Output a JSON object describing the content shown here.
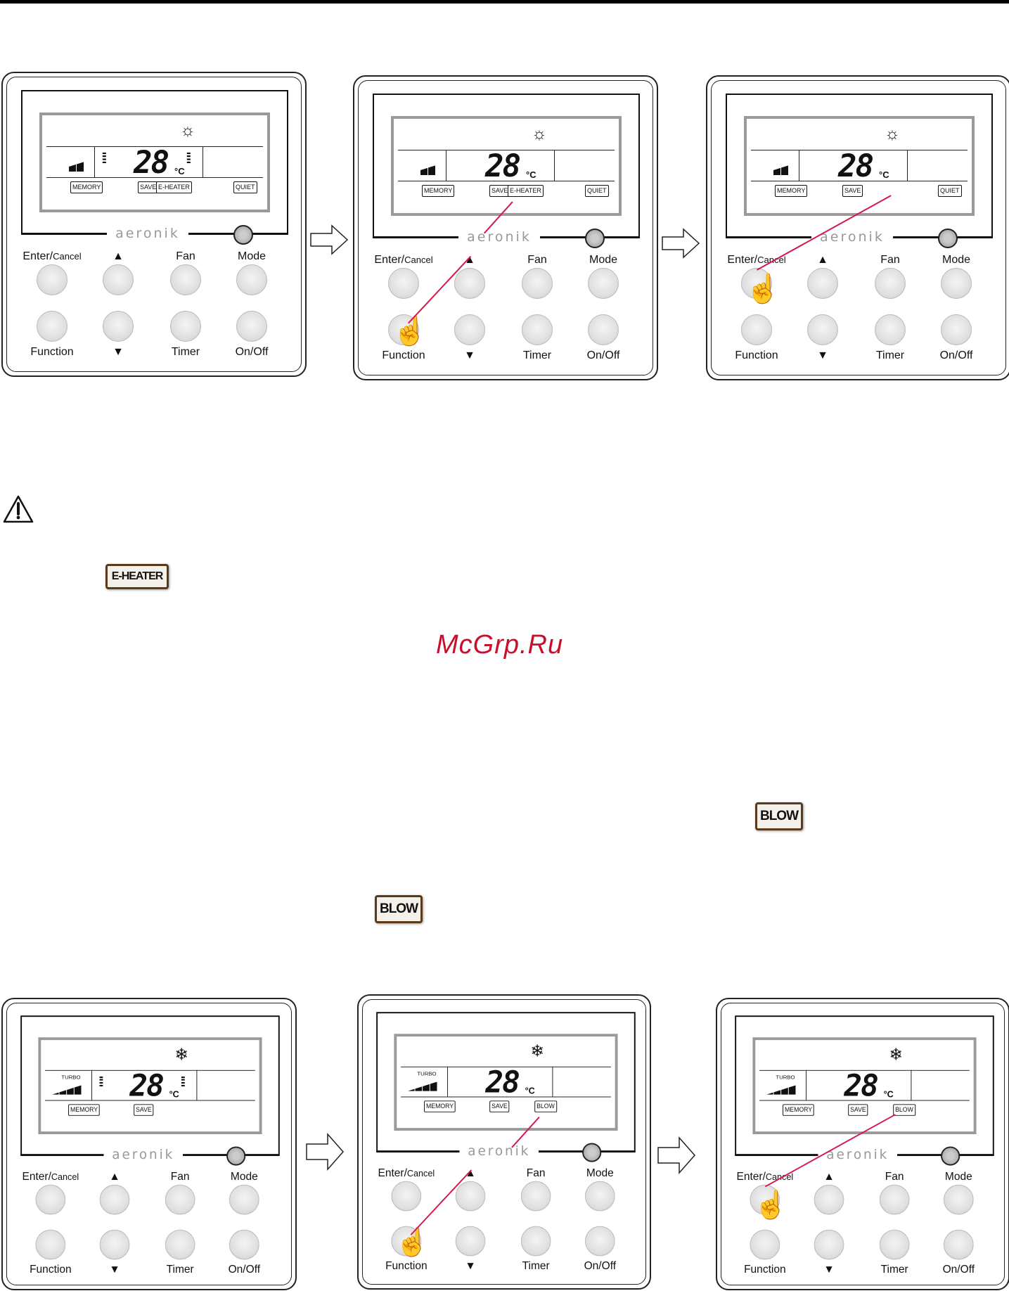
{
  "colors": {
    "pointer": "#d6174a",
    "watermark": "#c8102e",
    "lcd_border": "#9a9a9a"
  },
  "watermark": "McGrp.Ru",
  "inline_badges": {
    "e_heater": "E-HEATER",
    "blow_1": "BLOW",
    "blow_2": "BLOW"
  },
  "buttons": {
    "enter": "Enter/",
    "cancel": "Cancel",
    "up": "▲",
    "fan": "Fan",
    "mode": "Mode",
    "function": "Function",
    "down": "▼",
    "timer": "Timer",
    "onoff": "On/Off"
  },
  "brand": "aeronik",
  "lcd": {
    "temperature": "28",
    "unit": "°C",
    "turbo": "TURBO",
    "memory": "MEMORY",
    "save": "SAVE",
    "e_heater": "E-HEATER",
    "quiet": "QUIET",
    "blow": "BLOW",
    "heat_icon": "sun-icon",
    "cool_icon": "snowflake-icon"
  },
  "panels": [
    {
      "mode_icon": "☼",
      "turbo": false,
      "swing": true,
      "tags": [
        "MEMORY",
        "SAVE",
        "E-HEATER",
        "QUIET"
      ],
      "hand": false
    },
    {
      "mode_icon": "☼",
      "turbo": false,
      "swing": false,
      "tags": [
        "MEMORY",
        "SAVE",
        "E-HEATER",
        "QUIET"
      ],
      "hand": "function"
    },
    {
      "mode_icon": "☼",
      "turbo": false,
      "swing": false,
      "tags": [
        "MEMORY",
        "SAVE",
        "QUIET"
      ],
      "hand": "enter"
    },
    {
      "mode_icon": "❄",
      "turbo": true,
      "swing": true,
      "tags": [
        "MEMORY",
        "SAVE"
      ],
      "hand": false
    },
    {
      "mode_icon": "❄",
      "turbo": true,
      "swing": false,
      "tags": [
        "MEMORY",
        "SAVE",
        "BLOW"
      ],
      "hand": "function"
    },
    {
      "mode_icon": "❄",
      "turbo": true,
      "swing": false,
      "tags": [
        "MEMORY",
        "SAVE",
        "BLOW"
      ],
      "hand": "enter"
    }
  ]
}
